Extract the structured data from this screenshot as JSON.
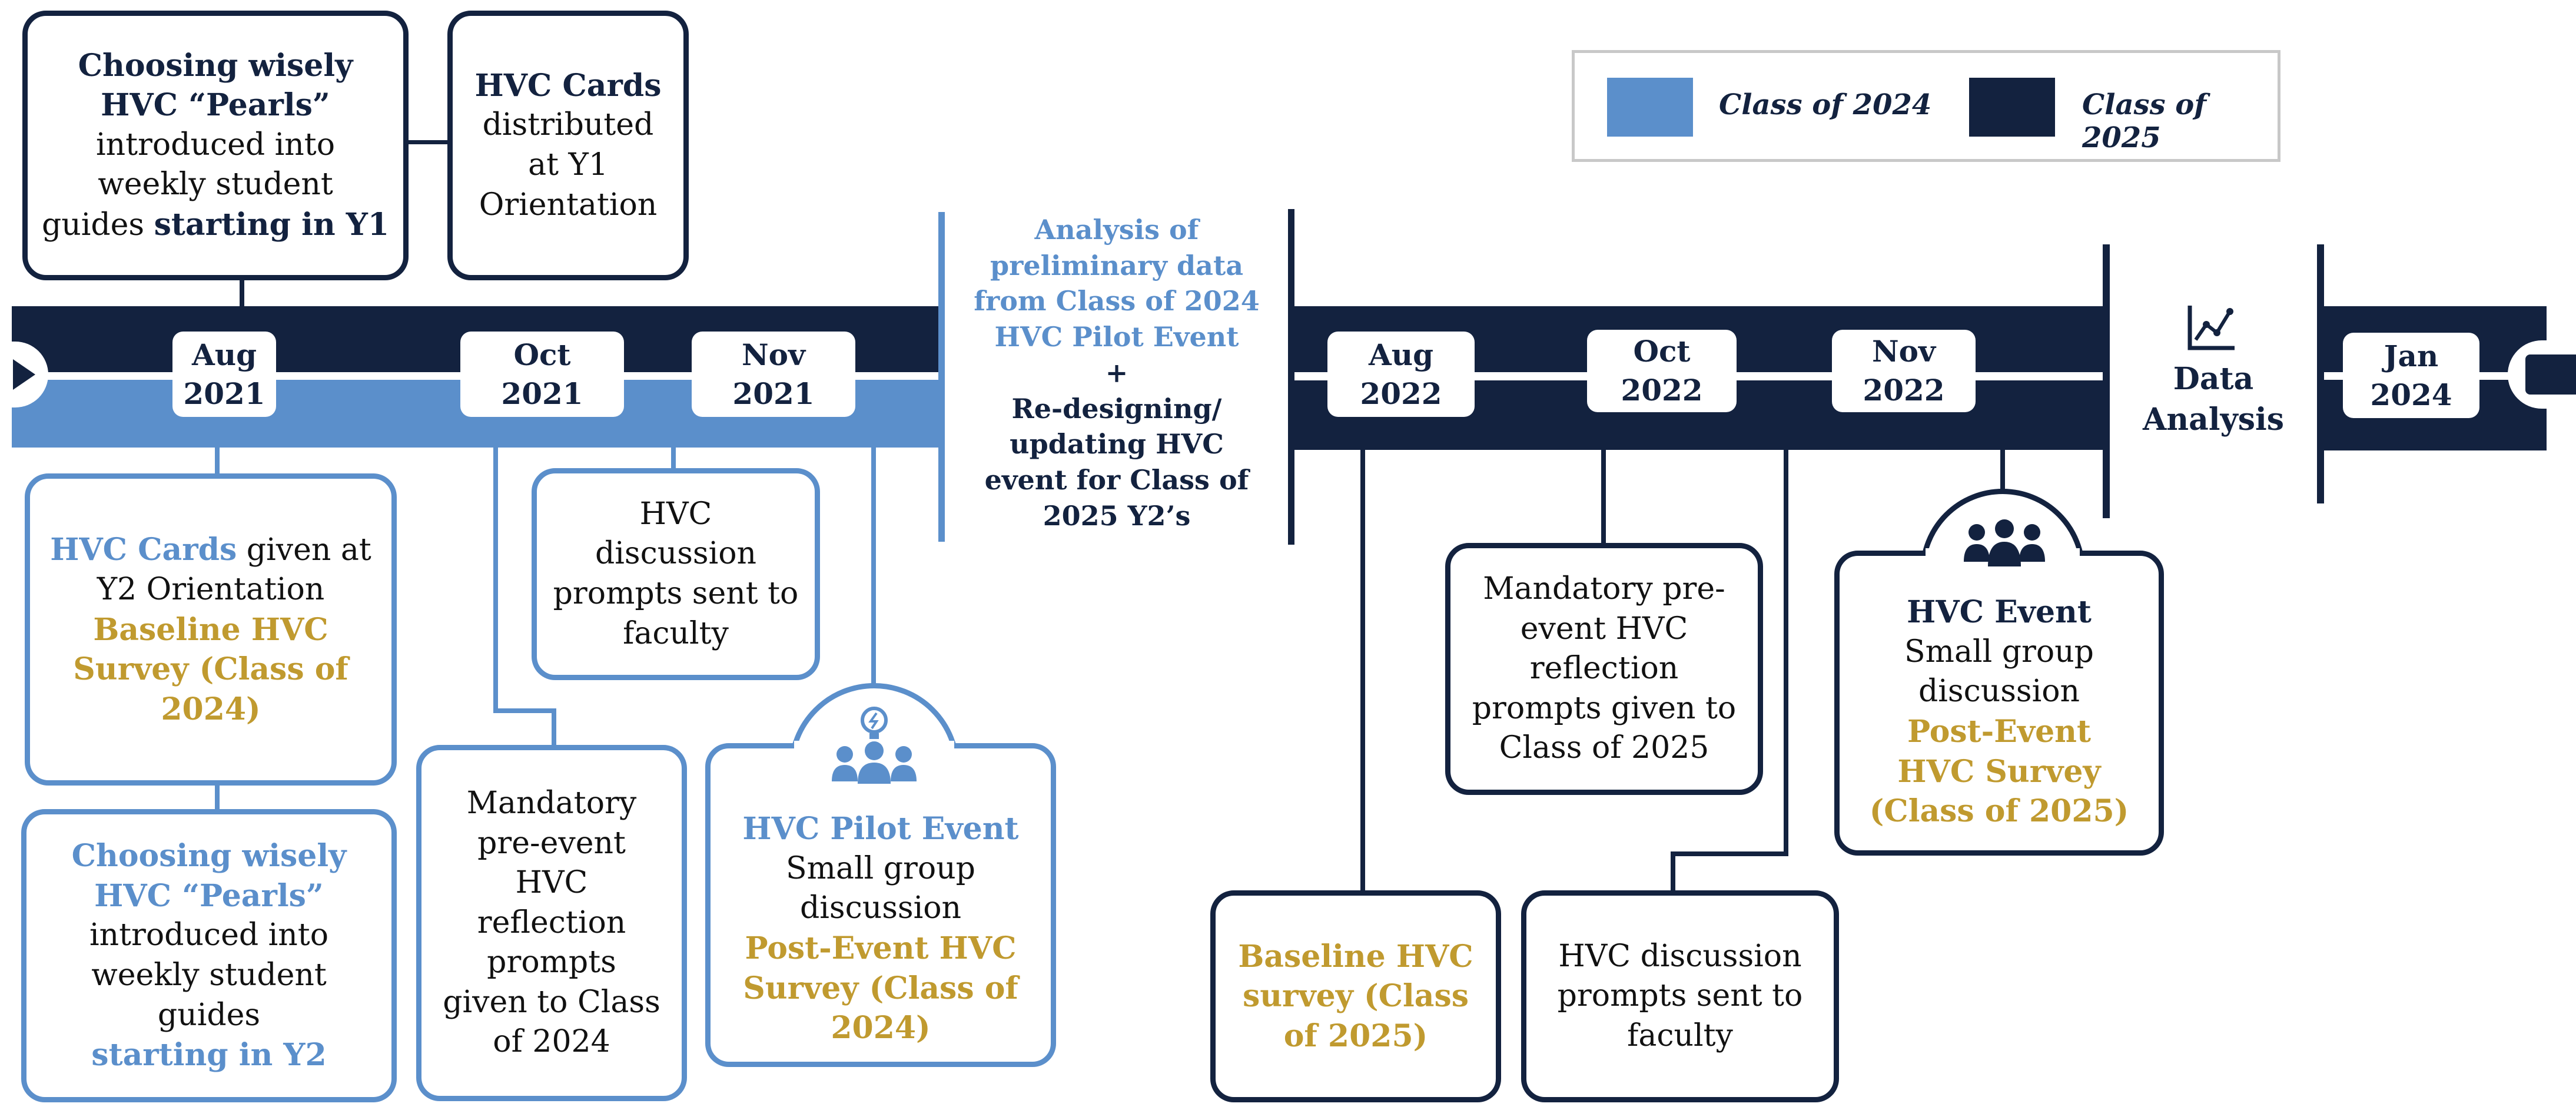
{
  "legend": {
    "class2024": {
      "label": "Class of 2024",
      "color": "#5b8fcb"
    },
    "class2025": {
      "label": "Class of 2025",
      "color": "#13223f"
    }
  },
  "colors": {
    "dark": "#13223f",
    "light": "#5b8fcb",
    "gold": "#c09a2f"
  },
  "dates": {
    "aug2021": {
      "month": "Aug",
      "year": "2021"
    },
    "oct2021": {
      "month": "Oct",
      "year": "2021"
    },
    "nov2021": {
      "month": "Nov",
      "year": "2021"
    },
    "aug2022": {
      "month": "Aug",
      "year": "2022"
    },
    "oct2022": {
      "month": "Oct",
      "year": "2022"
    },
    "nov2022": {
      "month": "Nov",
      "year": "2022"
    },
    "jan2024": {
      "month": "Jan",
      "year": "2024"
    }
  },
  "top_boxes": {
    "pearls_y1": {
      "line1": "Choosing wisely",
      "line2": "HVC “Pearls”",
      "line3": "introduced into",
      "line4": "weekly student",
      "line5": "guides",
      "line5b": "starting in Y1"
    },
    "cards_y1": {
      "line1": "HVC Cards",
      "line2": "distributed",
      "line3": "at Y1",
      "line4": "Orientation"
    }
  },
  "class2024_boxes": {
    "cards_y2": {
      "line1a": "HVC Cards",
      "line1b": "given at",
      "line2": "Y2 Orientation",
      "line3": "Baseline HVC",
      "line4": "Survey (Class of",
      "line5": "2024)"
    },
    "pearls_y2": {
      "line1": "Choosing wisely",
      "line2": "HVC “Pearls”",
      "line3": "introduced into",
      "line4": "weekly student",
      "line5": "guides",
      "line6": "starting in Y2"
    },
    "mandatory_2024": {
      "line1": "Mandatory",
      "line2": "pre-event",
      "line3": "HVC",
      "line4": "reflection",
      "line5": "prompts",
      "line6": "given to Class",
      "line7": "of 2024"
    },
    "prompts_2021": {
      "line1": "HVC",
      "line2": "discussion",
      "line3": "prompts sent to",
      "line4": "faculty"
    },
    "pilot_event": {
      "line1": "HVC Pilot Event",
      "line2": "Small group",
      "line3": "discussion",
      "line4": "Post-Event HVC",
      "line5": "Survey (Class of",
      "line6": "2024)"
    }
  },
  "center_note": {
    "line1": "Analysis of",
    "line2": "preliminary data",
    "line3": "from Class of 2024",
    "line4": "HVC Pilot Event",
    "plus": "+",
    "line5": "Re-designing/",
    "line6": "updating HVC",
    "line7": "event for Class of",
    "line8": "2025 Y2’s"
  },
  "class2025_boxes": {
    "mandatory_2025": {
      "line1": "Mandatory pre-",
      "line2": "event HVC",
      "line3": "reflection",
      "line4": "prompts given to",
      "line5": "Class of 2025"
    },
    "hvc_event": {
      "line1": "HVC Event",
      "line2": "Small group",
      "line3": "discussion",
      "line4": "Post-Event",
      "line5": "HVC Survey",
      "line6": "(Class of 2025)"
    },
    "baseline_2025": {
      "line1": "Baseline HVC",
      "line2": "survey (Class",
      "line3": "of 2025)"
    },
    "prompts_2022": {
      "line1": "HVC discussion",
      "line2": "prompts sent to",
      "line3": "faculty"
    }
  },
  "data_analysis": {
    "line1": "Data",
    "line2": "Analysis",
    "icon": "line-chart-icon"
  }
}
